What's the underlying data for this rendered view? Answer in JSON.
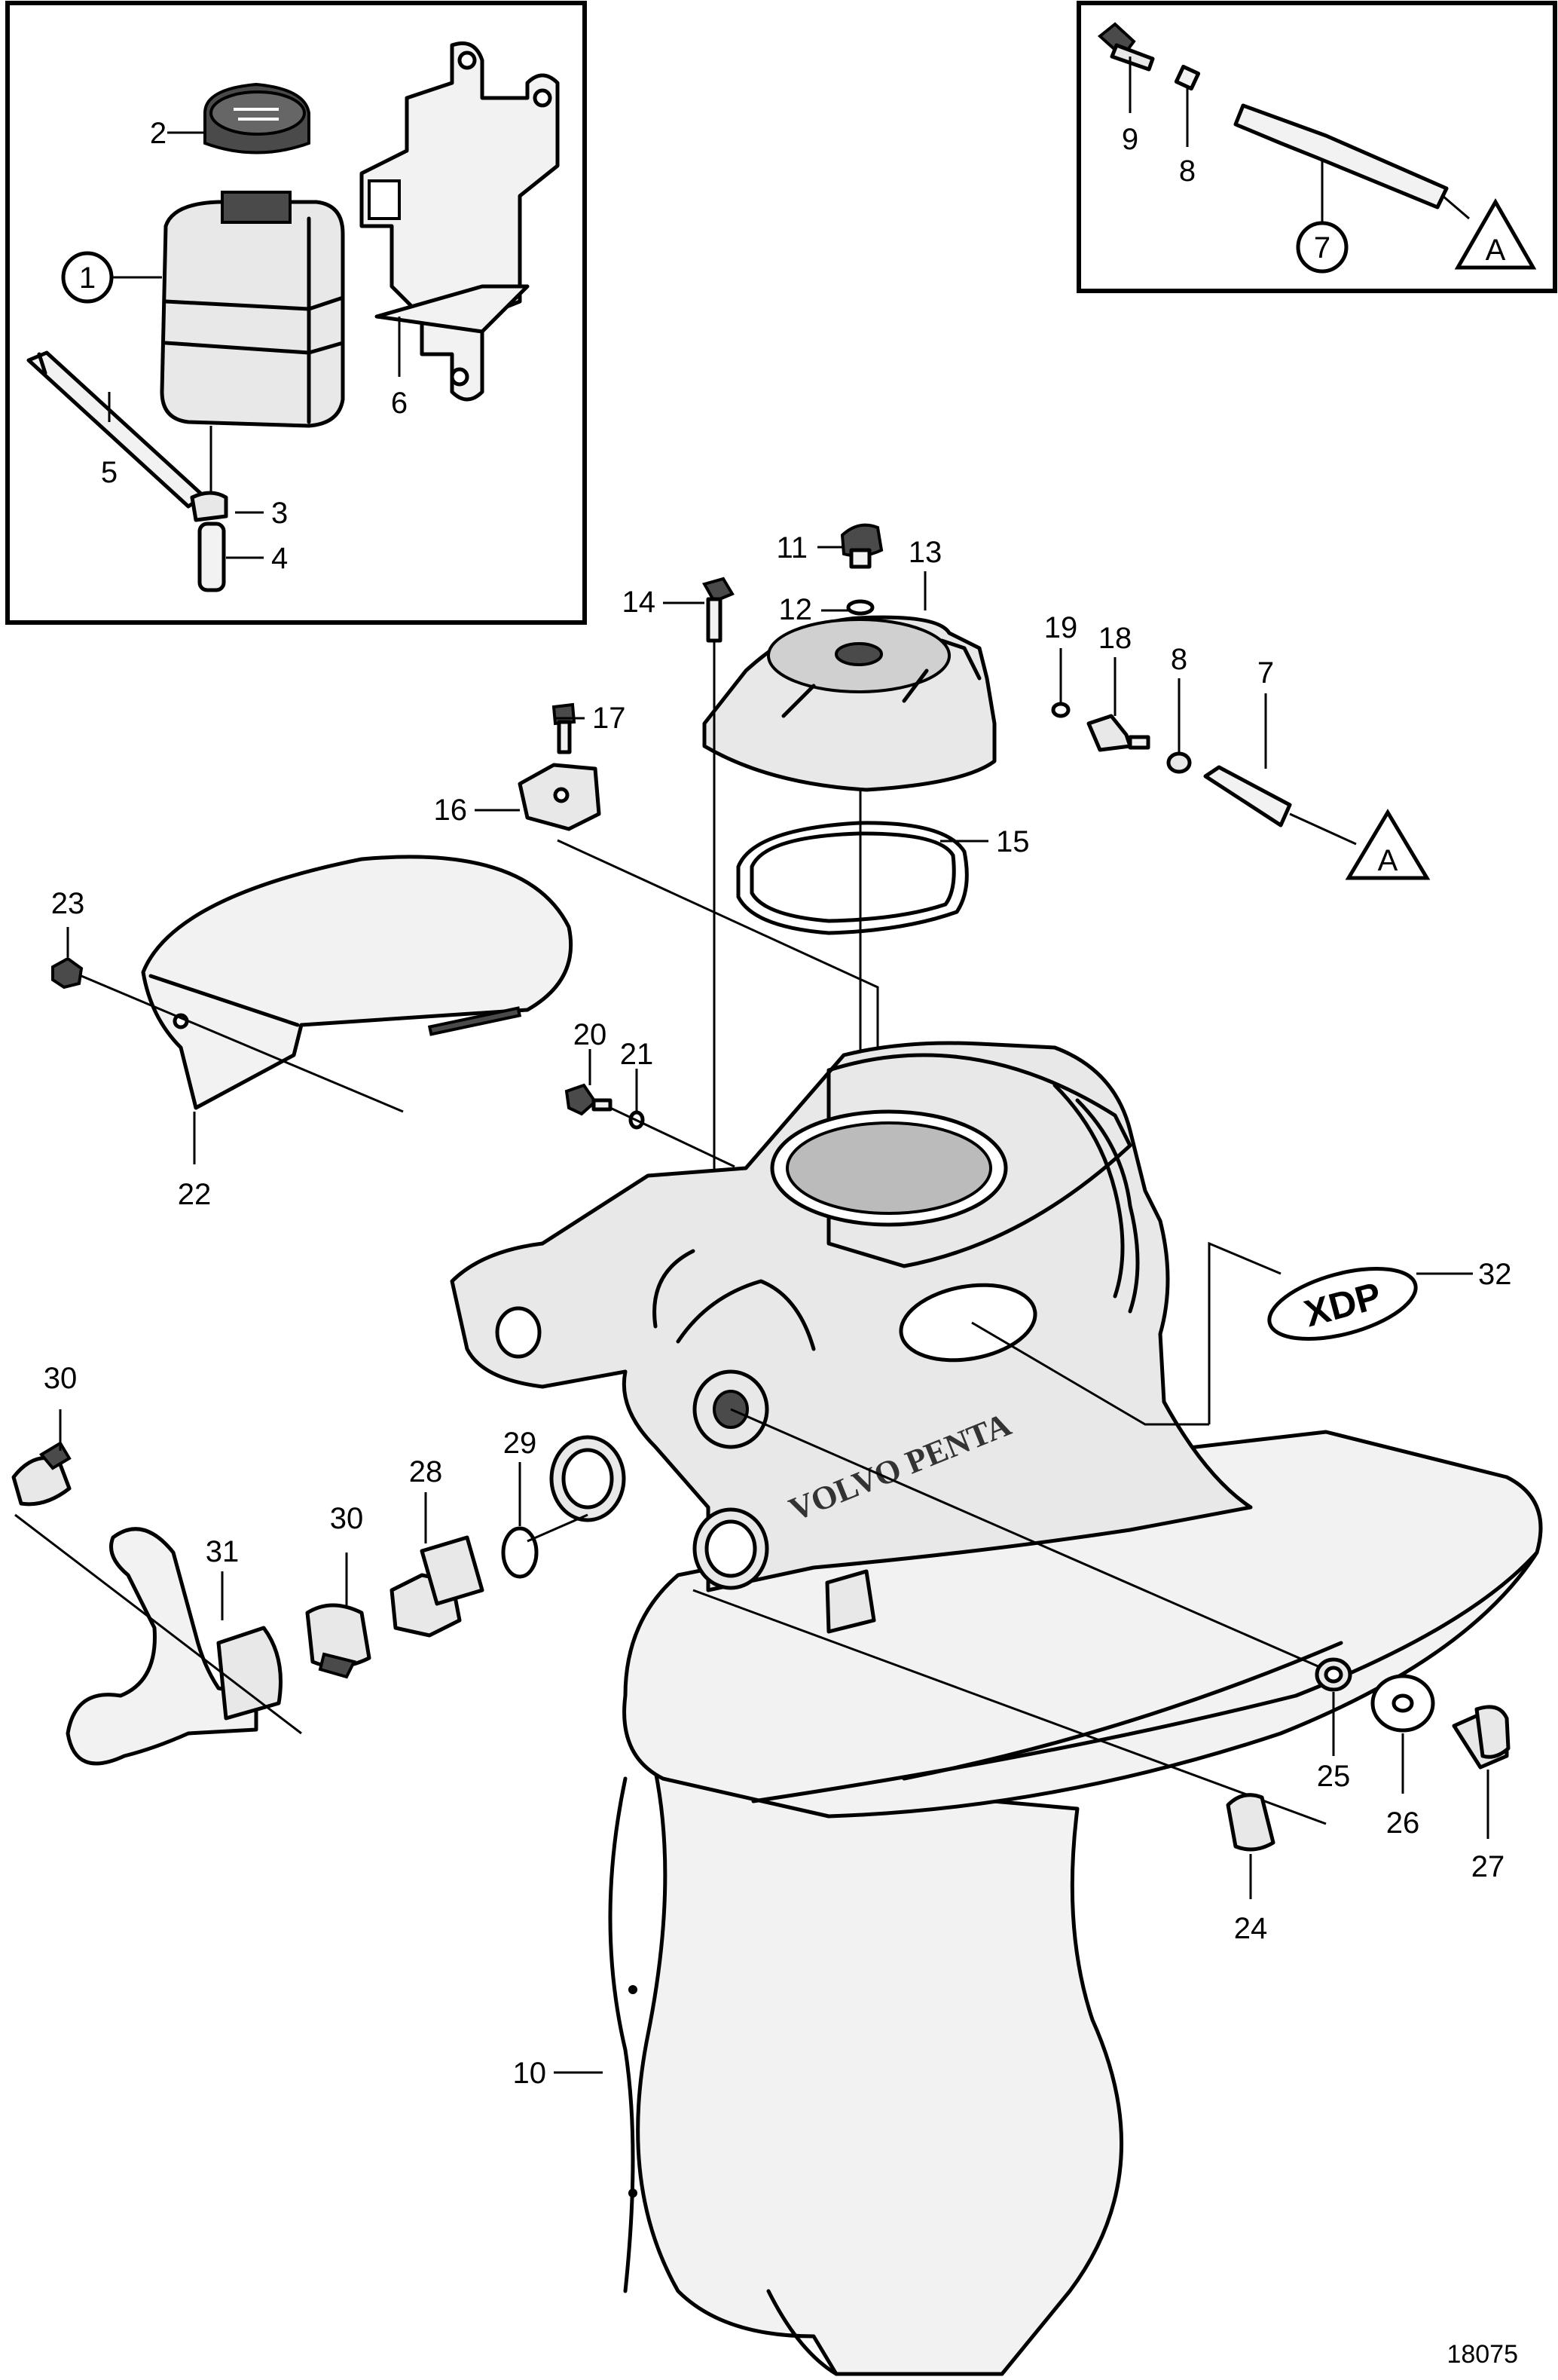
{
  "labels": {
    "l1": "1",
    "l2": "2",
    "l3": "3",
    "l4": "4",
    "l5": "5",
    "l6": "6",
    "l7a": "7",
    "l8a": "8",
    "l9": "9",
    "l7b": "7",
    "l8b": "8",
    "l10": "10",
    "l11": "11",
    "l12": "12",
    "l13": "13",
    "l14": "14",
    "l15": "15",
    "l16": "16",
    "l17": "17",
    "l18": "18",
    "l19": "19",
    "l20": "20",
    "l21": "21",
    "l22": "22",
    "l23": "23",
    "l24": "24",
    "l25": "25",
    "l26": "26",
    "l27": "27",
    "l28": "28",
    "l29": "29",
    "l30a": "30",
    "l30b": "30",
    "l31": "31",
    "l32": "32"
  },
  "refs": {
    "a_top": "A",
    "a_main": "A"
  },
  "badge": "XDP",
  "brand": "VOLVO PENTA",
  "figure_number": "18075"
}
